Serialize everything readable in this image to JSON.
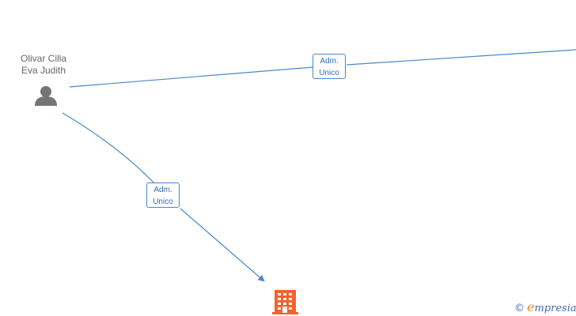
{
  "person": {
    "name_line1": "Olivar Cilla",
    "name_line2": "Eva Judith",
    "icon": "person-icon"
  },
  "company": {
    "icon": "building-icon",
    "color": "#f4622e"
  },
  "edges": [
    {
      "label_line1": "Adm.",
      "label_line2": "Unico"
    },
    {
      "label_line1": "Adm.",
      "label_line2": "Unico"
    }
  ],
  "colors": {
    "edge": "#4a88c9",
    "edge_label_text": "#2e6db5",
    "person_icon": "#757575",
    "person_text": "#666666"
  },
  "watermark": {
    "copyright_symbol": "©",
    "brand_initial": "e",
    "brand_rest": "mpresia"
  }
}
